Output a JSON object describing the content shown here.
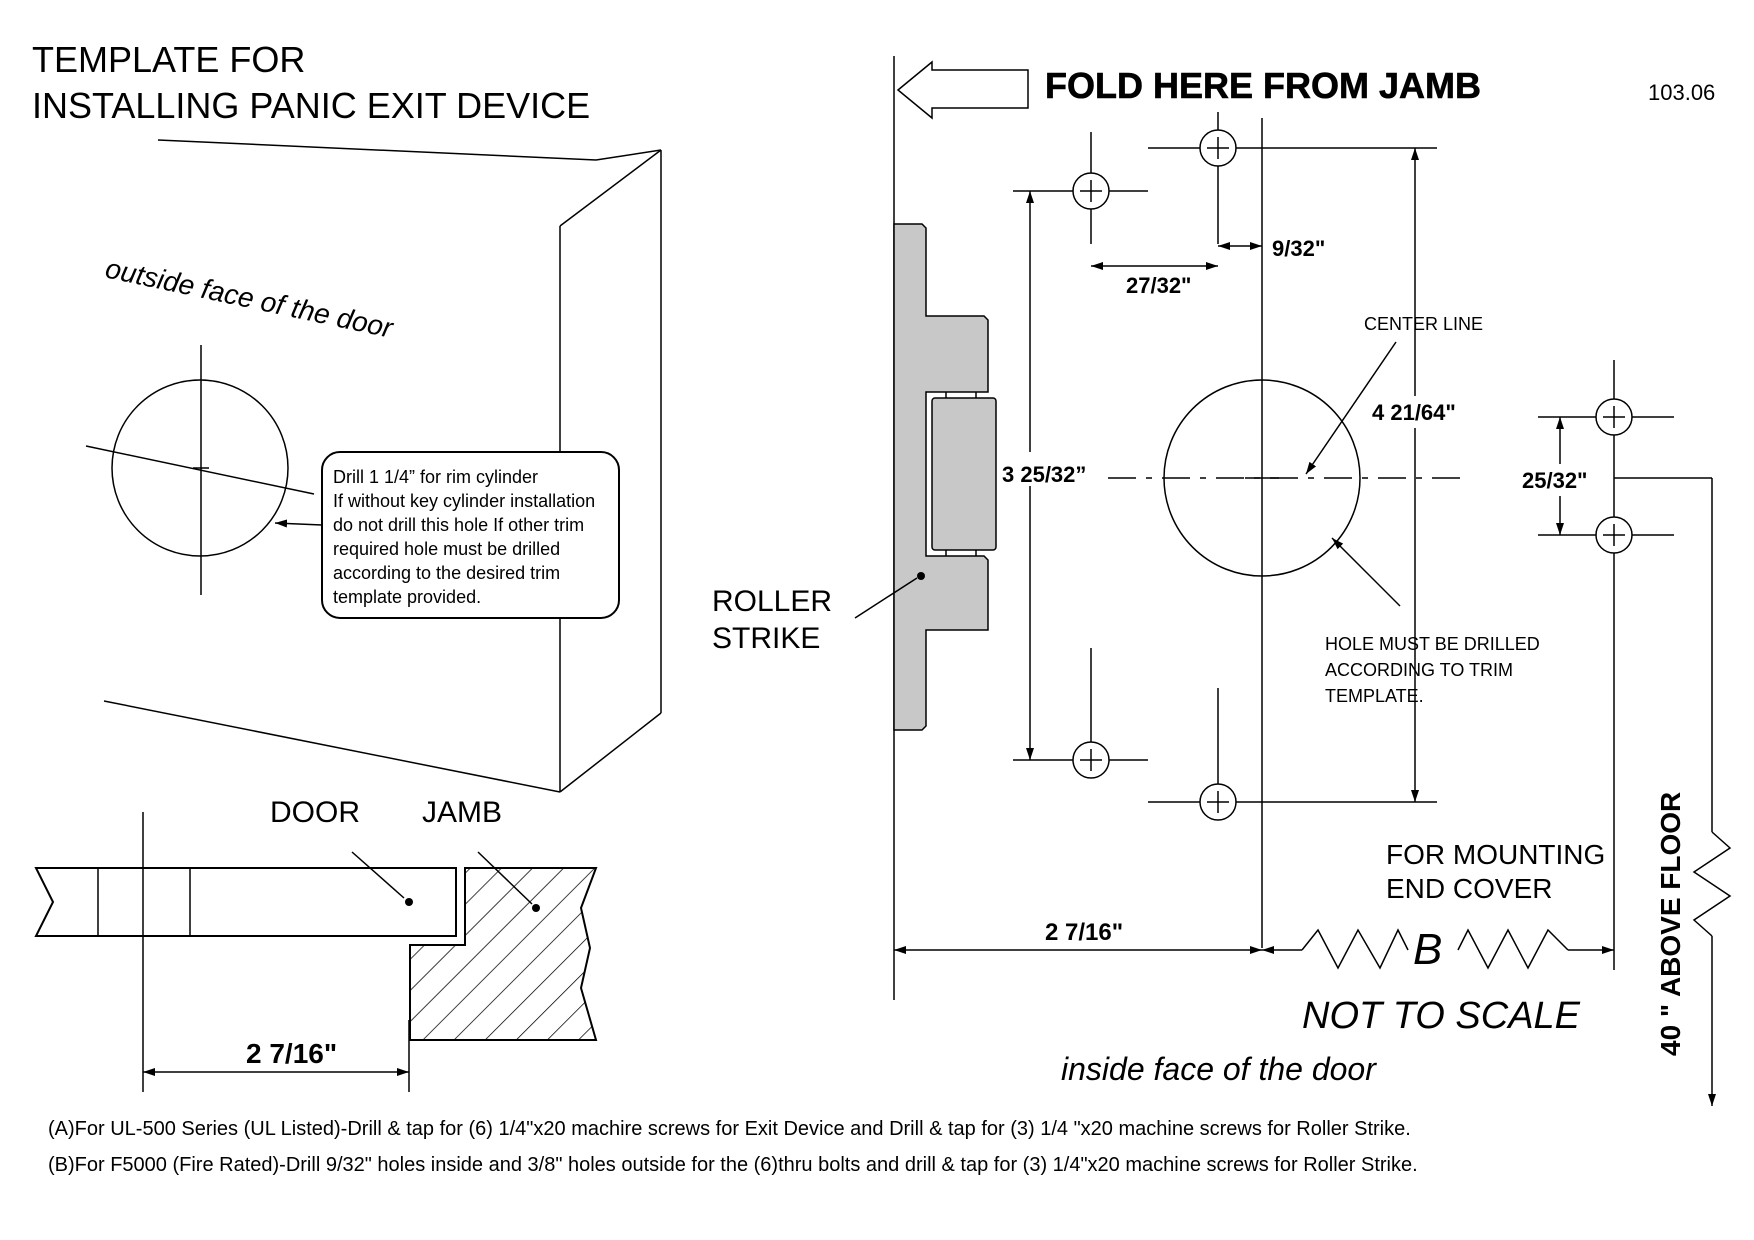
{
  "title_line1": "TEMPLATE FOR",
  "title_line2": "INSTALLING PANIC EXIT DEVICE",
  "doc_number": "103.06",
  "fold_label": "FOLD HERE FROM JAMB",
  "outside_face_label": "outside face of the door",
  "inside_face_label": "inside face of the door",
  "drill_note": [
    "Drill 1 1/4” for rim cylinder",
    "If without key cylinder installation",
    " do not drill this hole If other trim",
    "required hole must be drilled",
    "according to the desired trim",
    "template provided."
  ],
  "door_label": "DOOR",
  "jamb_label": "JAMB",
  "section_dim": "2 7/16\"",
  "roller_strike_line1": "ROLLER",
  "roller_strike_line2": "STRIKE",
  "dim_9_32": "9/32\"",
  "dim_27_32": "27/32\"",
  "dim_3_25_32": "3 25/32”",
  "dim_4_21_64": "4 21/64\"",
  "dim_25_32": "25/32\"",
  "dim_2_7_16": "2 7/16\"",
  "center_line_label": "CENTER LINE",
  "hole_note": [
    "HOLE MUST BE DRILLED",
    "ACCORDING TO TRIM",
    "TEMPLATE."
  ],
  "mounting_label_line1": "FOR MOUNTING",
  "mounting_label_line2": "END COVER",
  "b_label": "B",
  "not_to_scale": "NOT TO SCALE",
  "above_floor": "40 \" ABOVE  FLOOR",
  "footnotes": [
    "(A)For UL-500 Series (UL Listed)-Drill & tap for (6) 1/4\"x20 machire screws for Exit Device and Drill & tap for (3) 1/4 \"x20 machine screws for Roller Strike.",
    "(B)For F5000 (Fire Rated)-Drill 9/32\" holes inside and 3/8\" holes outside for the (6)thru bolts and drill & tap for (3) 1/4\"x20 machine screws for Roller Strike."
  ]
}
